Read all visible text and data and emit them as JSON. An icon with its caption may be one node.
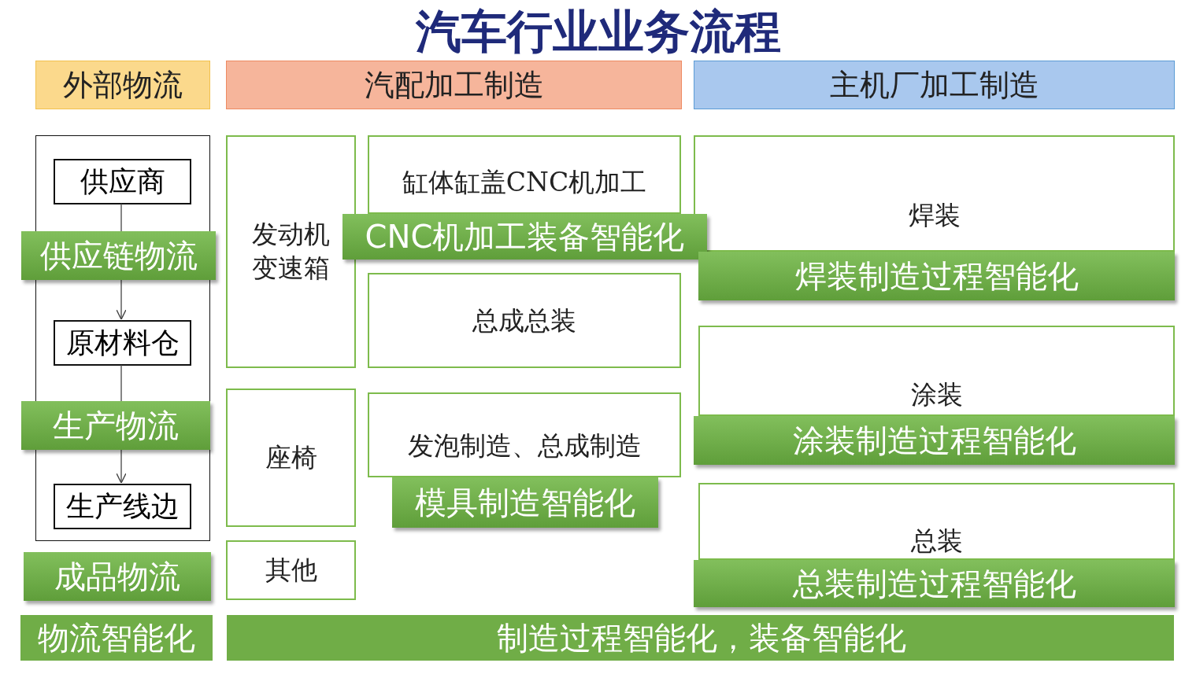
{
  "diagram": {
    "title": "汽车行业业务流程",
    "nodes": [
      {
        "text": [
          "外部物流"
        ]
      },
      {
        "text": [
          "汽配加工制造"
        ]
      },
      {
        "text": [
          "主机厂加工制造"
        ]
      },
      {
        "text": [],
        "shape": "box"
      },
      {
        "text": [
          "供应商"
        ],
        "in": 3
      },
      {
        "text": [
          "供应链物流"
        ]
      },
      {
        "text": [
          "原材料仓"
        ],
        "in": 3
      },
      {
        "text": [
          "生产物流"
        ]
      },
      {
        "text": [
          "生产线边"
        ],
        "in": 3
      },
      {
        "text": [
          "成品物流"
        ]
      },
      {
        "text": [
          "物流智能化"
        ]
      },
      {
        "text": [
          "发动机变速箱"
        ]
      },
      {
        "text": [
          "缸体缸盖CNC机加工"
        ]
      },
      {
        "text": [
          "CNC机加工装备智能化"
        ]
      },
      {
        "text": [
          "焊装"
        ]
      },
      {
        "text": [
          "焊装制造过程智能化"
        ]
      },
      {
        "text": [
          "总成总装"
        ]
      },
      {
        "text": [
          "座椅"
        ]
      },
      {
        "text": [
          "发泡制造、总成制造"
        ]
      },
      {
        "text": [
          "模具制造智能化"
        ]
      },
      {
        "text": [
          "涂装"
        ]
      },
      {
        "text": [
          "涂装制造过程智能化"
        ]
      },
      {
        "text": [
          "总装"
        ]
      },
      {
        "text": [
          "总装制造过程智能化"
        ]
      },
      {
        "text": [
          "其他"
        ]
      },
      {
        "text": [
          "制造过程智能化，装备智能化"
        ]
      }
    ],
    "edges": [
      {
        "from": 4,
        "to": 5,
        "arrow": "none"
      },
      {
        "from": 5,
        "to": 6,
        "arrow": "to"
      },
      {
        "from": 6,
        "to": 7,
        "arrow": "none"
      },
      {
        "from": 7,
        "to": 8,
        "arrow": "to"
      }
    ]
  }
}
